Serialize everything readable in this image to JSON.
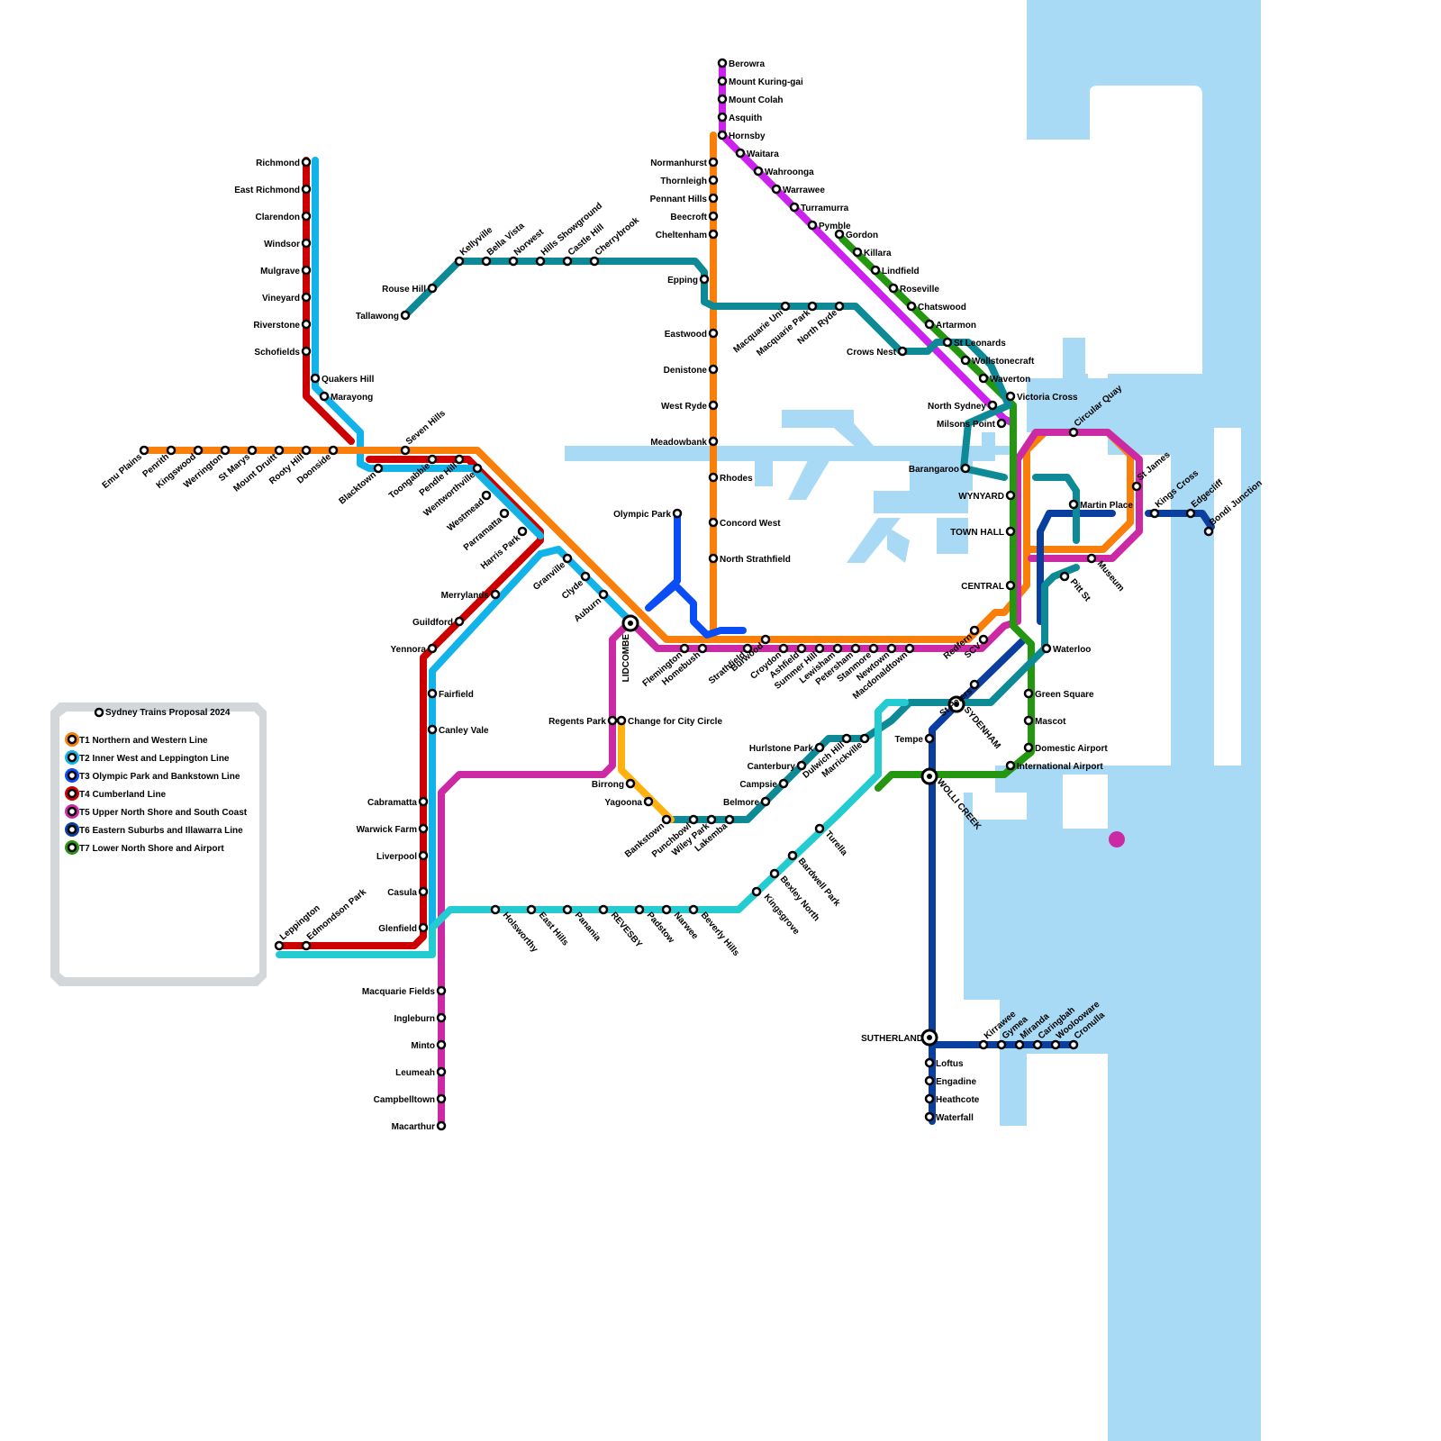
{
  "colors": {
    "water": "#a8daf5",
    "T1": "#f97f0a",
    "T2": "#12b3e8",
    "T3": "#0a4cf5",
    "T4": "#cc0000",
    "T5": "#cc2aa5",
    "T5north": "#cc22ee",
    "T6": "#0a3f9f",
    "T7": "#249610",
    "Metro": "#0d8a95",
    "Orbital": "#24cbd0",
    "Bankstown": "#ffb10f",
    "legendBox": "#d4d7da"
  },
  "legend": {
    "title": "Sydney Trains Proposal 2024",
    "items": [
      {
        "line": "T1",
        "label": "T1 Northern and Western Line",
        "color": "#f97f0a"
      },
      {
        "line": "T2",
        "label": "T2 Inner West and Leppington Line",
        "color": "#12b3e8"
      },
      {
        "line": "T3",
        "label": "T3 Olympic Park and Bankstown Line",
        "color": "#0a4cf5"
      },
      {
        "line": "T4",
        "label": "T4 Cumberland Line",
        "color": "#cc0000"
      },
      {
        "line": "T5",
        "label": "T5 Upper North Shore and South Coast",
        "color": "#cc2aa5"
      },
      {
        "line": "T6",
        "label": "T6 Eastern Suburbs and Illawarra Line",
        "color": "#0a3f9f"
      },
      {
        "line": "T7",
        "label": "T7 Lower North Shore and Airport",
        "color": "#249610"
      }
    ]
  },
  "stations": {
    "richmond": "Richmond",
    "east_richmond": "East Richmond",
    "clarendon": "Clarendon",
    "windsor": "Windsor",
    "mulgrave": "Mulgrave",
    "vineyard": "Vineyard",
    "riverstone": "Riverstone",
    "schofields": "Schofields",
    "quakers_hill": "Quakers Hill",
    "marayong": "Marayong",
    "emu_plains": "Emu Plains",
    "penrith": "Penrith",
    "kingswood": "Kingswood",
    "werrington": "Werrington",
    "st_marys": "St Marys",
    "mount_druitt": "Mount Druitt",
    "rooty_hill": "Rooty Hill",
    "doonside": "Doonside",
    "blacktown": "Blacktown",
    "seven_hills": "Seven Hills",
    "toongabbie": "Toongabbie",
    "pendle_hill": "Pendle Hill",
    "wentworthville": "Wentworthville",
    "westmead": "Westmead",
    "parramatta": "Parramatta",
    "harris_park": "Harris Park",
    "rouse_hill": "Rouse Hill",
    "tallawong": "Tallawong",
    "kellyville": "Kellyville",
    "bella_vista": "Bella Vista",
    "norwest": "Norwest",
    "hills_showground": "Hills Showground",
    "castle_hill": "Castle Hill",
    "cherrybrook": "Cherrybrook",
    "berowra": "Berowra",
    "mount_kuring_gai": "Mount Kuring-gai",
    "mount_colah": "Mount Colah",
    "asquith": "Asquith",
    "hornsby": "Hornsby",
    "waitara": "Waitara",
    "wahroonga": "Wahroonga",
    "warrawee": "Warrawee",
    "turramurra": "Turramurra",
    "pymble": "Pymble",
    "gordon": "Gordon",
    "killara": "Killara",
    "lindfield": "Lindfield",
    "roseville": "Roseville",
    "chatswood": "Chatswood",
    "artarmon": "Artarmon",
    "st_leonards": "St Leonards",
    "wollstonecraft": "Wollstonecraft",
    "waverton": "Waverton",
    "victoria_cross": "Victoria Cross",
    "north_sydney": "North Sydney",
    "milsons_point": "Milsons Point",
    "crows_nest": "Crows Nest",
    "barangaroo": "Barangaroo",
    "normanhurst": "Normanhurst",
    "thornleigh": "Thornleigh",
    "pennant_hills": "Pennant Hills",
    "beecroft": "Beecroft",
    "cheltenham": "Cheltenham",
    "epping": "Epping",
    "macquarie_uni": "Macquarie Uni",
    "macquarie_park": "Macquarie Park",
    "north_ryde": "North Ryde",
    "eastwood": "Eastwood",
    "denistone": "Denistone",
    "west_ryde": "West Ryde",
    "meadowbank": "Meadowbank",
    "rhodes": "Rhodes",
    "concord_west": "Concord West",
    "north_strathfield": "North Strathfield",
    "olympic_park": "Olympic Park",
    "merrylands": "Merrylands",
    "guildford": "Guildford",
    "yennora": "Yennora",
    "granville": "Granville",
    "clyde": "Clyde",
    "auburn": "Auburn",
    "lidcombe": "LIDCOMBE",
    "flemington": "Flemington",
    "homebush": "Homebush",
    "strathfield": "Strathfield",
    "burwood": "Burwood",
    "croydon": "Croydon",
    "ashfield": "Ashfield",
    "summer_hill": "Summer Hill",
    "lewisham": "Lewisham",
    "petersham": "Petersham",
    "stanmore": "Stanmore",
    "newtown": "Newtown",
    "macdonaldtown": "Macdonaldtown",
    "redfern": "Redfern",
    "scv": "SCV",
    "st_peters": "St Peters",
    "sydenham": "SYDENHAM",
    "tempe": "Tempe",
    "wolli_creek": "WOLLI CREEK",
    "wynyard": "WYNYARD",
    "town_hall": "TOWN HALL",
    "central": "CENTRAL",
    "circular_quay": "Circular Quay",
    "st_james": "St James",
    "martin_place": "Martin Place",
    "museum": "Museum",
    "pitt_st": "Pitt St",
    "kings_cross": "Kings Cross",
    "edgecliff": "Edgecliff",
    "bondi_junction": "Bondi Junction",
    "waterloo": "Waterloo",
    "green_square": "Green Square",
    "mascot": "Mascot",
    "domestic_airport": "Domestic Airport",
    "international_airport": "International Airport",
    "fairfield": "Fairfield",
    "canley_vale": "Canley Vale",
    "cabramatta": "Cabramatta",
    "warwick_farm": "Warwick Farm",
    "liverpool": "Liverpool",
    "casula": "Casula",
    "glenfield": "Glenfield",
    "leppington": "Leppington",
    "edmondson_park": "Edmondson Park",
    "macquarie_fields": "Macquarie Fields",
    "ingleburn": "Ingleburn",
    "minto": "Minto",
    "leumeah": "Leumeah",
    "campbelltown": "Campbelltown",
    "macarthur": "Macarthur",
    "regents_park": "Regents Park",
    "change_city_circle": "Change for City Circle",
    "birrong": "Birrong",
    "yagoona": "Yagoona",
    "bankstown": "Bankstown",
    "punchbowl": "Punchbowl",
    "wiley_park": "Wiley Park",
    "lakemba": "Lakemba",
    "belmore": "Belmore",
    "campsie": "Campsie",
    "canterbury": "Canterbury",
    "hurlstone_park": "Hurlstone Park",
    "dulwich_hill": "Dulwich Hill",
    "marrickville": "Marrickville",
    "holsworthy": "Holsworthy",
    "east_hills": "East Hills",
    "panania": "Panania",
    "revesby": "REVESBY",
    "padstow": "Padstow",
    "narwee": "Narwee",
    "beverly_hills": "Beverly Hills",
    "kingsgrove": "Kingsgrove",
    "bexley_north": "Bexley North",
    "bardwell_park": "Bardwell Park",
    "turella": "Turella",
    "sutherland": "SUTHERLAND",
    "kirrawee": "Kirrawee",
    "gymea": "Gymea",
    "miranda": "Miranda",
    "caringbah": "Caringbah",
    "woolooware": "Woolooware",
    "cronulla": "Cronulla",
    "loftus": "Loftus",
    "engadine": "Engadine",
    "heathcote": "Heathcote",
    "waterfall": "Waterfall"
  }
}
